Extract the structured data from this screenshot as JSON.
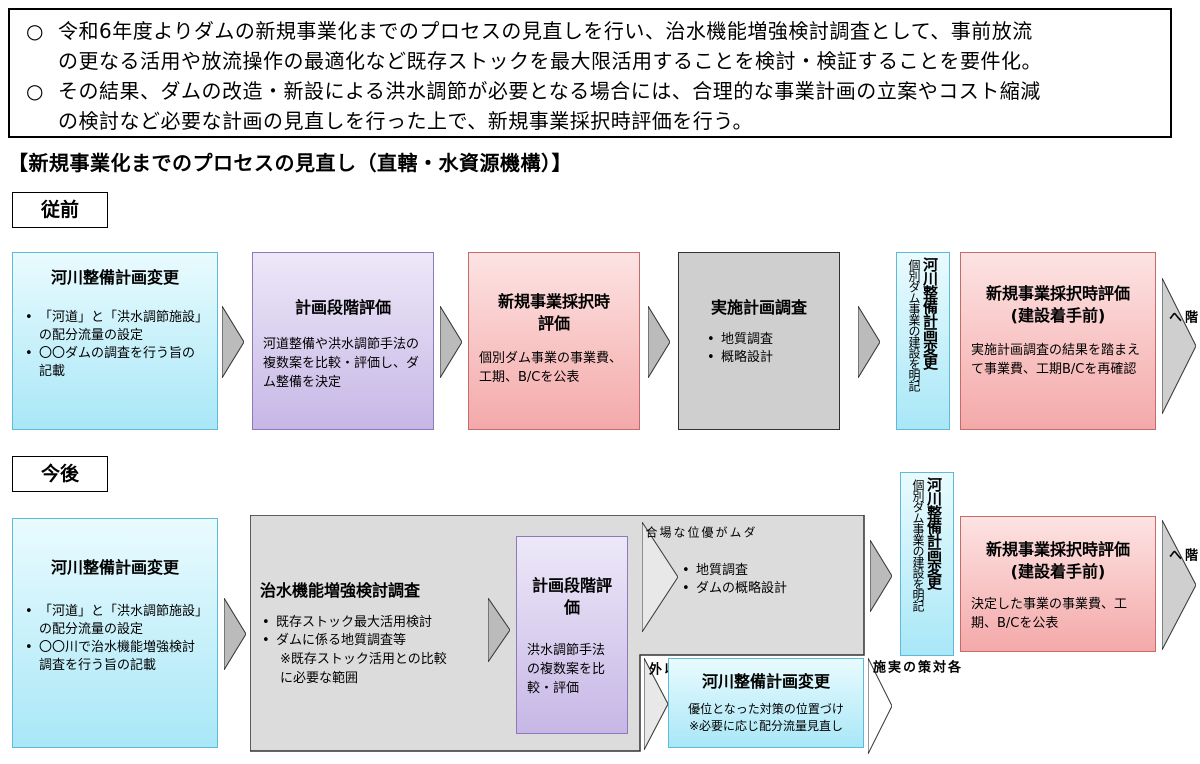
{
  "summary": {
    "bullet": "○",
    "line1a": "令和6年度よりダムの新規事業化までのプロセスの見直しを行い、治水機能増強検討調査として、事前放流",
    "line1b": "の更なる活用や放流操作の最適化など既存ストックを最大限活用することを検討・検証することを要件化。",
    "line2a": "その結果、ダムの改造・新設による洪水調節が必要となる場合には、合理的な事業計画の立案やコスト縮減",
    "line2b": "の検討など必要な計画の見直しを行った上で、新規事業採択時評価を行う。"
  },
  "section_title": "【新規事業化までのプロセスの見直し（直轄・水資源機構）】",
  "before": {
    "tag": "従前",
    "river_plan": {
      "title": "河川整備計画変更",
      "bullets": [
        "「河道」と「洪水調節施設」の配分流量の設定",
        "〇〇ダムの調査を行う旨の記載"
      ]
    },
    "plan_eval": {
      "title": "計画段階評価",
      "text": "河道整備や洪水調節手法の複数案を比較・評価し、ダム整備を決定"
    },
    "adoption_eval": {
      "title": "新規事業採択時評価",
      "text": "個別ダム事業の事業費、工期、B/Cを公表"
    },
    "implementation": {
      "title": "実施計画調査",
      "bullets": [
        "地質調査",
        "概略設計"
      ]
    },
    "river_plan_change_v": {
      "title": "河川整備計画変更",
      "sub": "個別ダム事業の建設を明記"
    },
    "adoption_eval2": {
      "title": "新規事業採択時評価",
      "title2": "(建設着手前)",
      "text": "実施計画調査の結果を踏まえて事業費、工期B/Cを再確認"
    },
    "to_construction": "建設段階へ"
  },
  "after": {
    "tag": "今後",
    "river_plan": {
      "title": "河川整備計画変更",
      "bullets": [
        "「河道」と「洪水調節施設」の配分流量の設定",
        "〇〇川で治水機能増強検討調査を行う旨の記載"
      ]
    },
    "enhance": {
      "title": "治水機能増強検討調査",
      "bullets": [
        "既存ストック最大活用検討",
        "ダムに係る地質調査等"
      ],
      "note": "※既存ストック活用との比較に必要な範囲"
    },
    "plan_eval": {
      "title": "計画段階評価",
      "text": "洪水調節手法の複数案を比較・評価"
    },
    "dam_superior": "ダムが優位な場合",
    "other": "上記以外",
    "dam_work": {
      "bullets": [
        "地質調査",
        "ダムの概略設計"
      ]
    },
    "river_change_sub": {
      "title": "河川整備計画変更",
      "line1": "優位となった対策の位置づけ",
      "line2": "※必要に応じ配分流量見直し"
    },
    "implement_each": "各対策の実施",
    "river_plan_change_v": {
      "title": "河川整備計画変更",
      "sub": "個別ダム事業の建設を明記"
    },
    "adoption_eval2": {
      "title": "新規事業採択時評価",
      "title2": "(建設着手前)",
      "text": "決定した事業の事業費、工期、B/Cを公表"
    },
    "to_construction": "建設段階へ"
  },
  "colors": {
    "cyan": "#a9e7f7",
    "purple": "#c6b7e6",
    "pink": "#f4a9a9",
    "gray": "#cfcfcf"
  }
}
